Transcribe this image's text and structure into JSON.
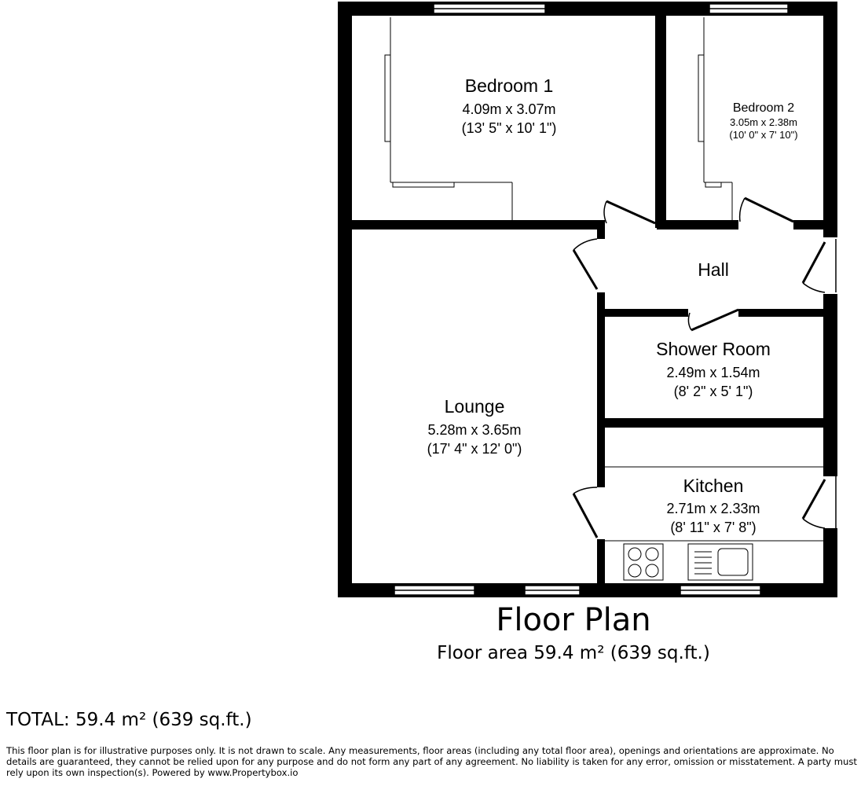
{
  "rooms": {
    "bedroom1": {
      "name": "Bedroom 1",
      "metric": "4.09m x 3.07m",
      "imperial": "(13' 5\" x 10' 1\")"
    },
    "bedroom2": {
      "name": "Bedroom 2",
      "metric": "3.05m x 2.38m",
      "imperial": "(10' 0\" x 7' 10\")"
    },
    "hall": {
      "name": "Hall"
    },
    "shower": {
      "name": "Shower Room",
      "metric": "2.49m x 1.54m",
      "imperial": "(8' 2\" x 5' 1\")"
    },
    "lounge": {
      "name": "Lounge",
      "metric": "5.28m x 3.65m",
      "imperial": "(17' 4\" x 12' 0\")"
    },
    "kitchen": {
      "name": "Kitchen",
      "metric": "2.71m x 2.33m",
      "imperial": "(8' 11\" x 7' 8\")"
    }
  },
  "plan_title": "Floor Plan",
  "floor_area": "Floor area 59.4 m² (639 sq.ft.)",
  "total": "TOTAL: 59.4 m² (639 sq.ft.)",
  "disclaimer": "This floor plan is for illustrative purposes only. It is not drawn to scale. Any measurements, floor areas (including any total floor area), openings and orientations are approximate. No details are guaranteed, they cannot be relied upon for any purpose and do not form any part of any agreement. No liability is taken for any error, omission or misstatement. A party must rely upon its own inspection(s). Powered by www.Propertybox.io"
}
